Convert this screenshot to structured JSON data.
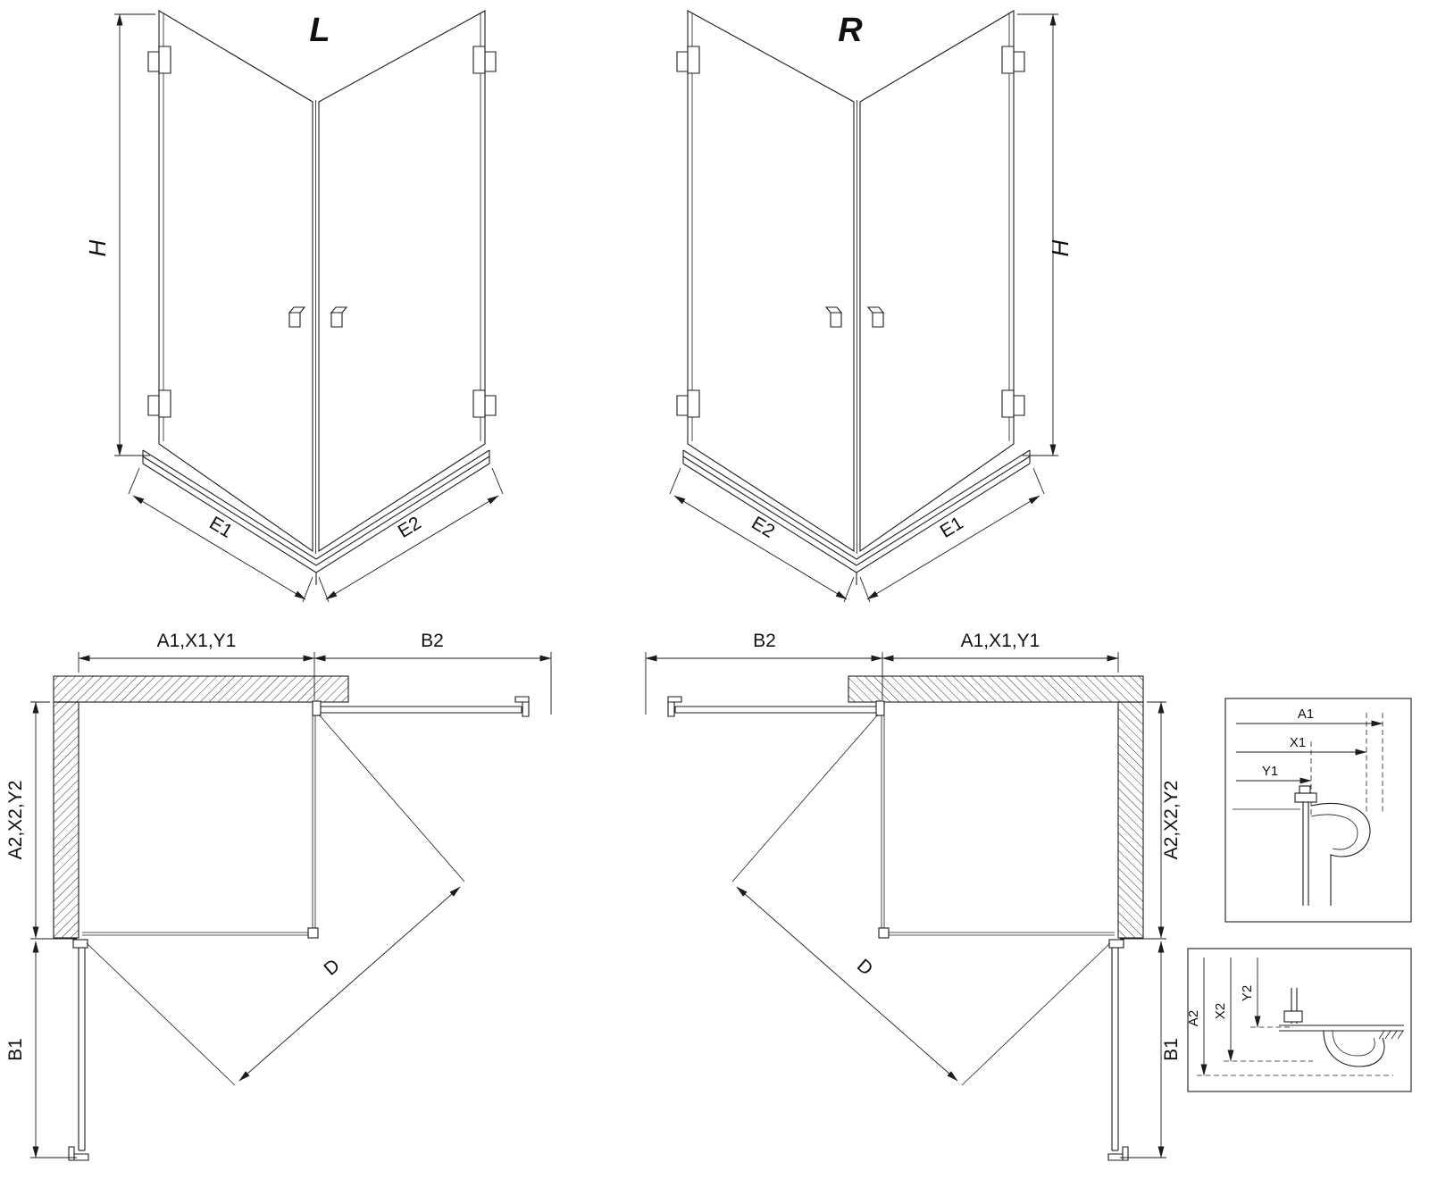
{
  "line_color": "#1c1c1c",
  "views": {
    "iso_left": {
      "title": "L",
      "height": "H",
      "edge_left": "E1",
      "edge_right": "E2"
    },
    "iso_right": {
      "title": "R",
      "height": "H",
      "edge_left": "E2",
      "edge_right": "E1"
    },
    "plan_left": {
      "top_left": "A1,X1,Y1",
      "top_right": "B2",
      "side": "A2,X2,Y2",
      "bottom": "B1",
      "diagonal": "D"
    },
    "plan_right": {
      "top_left": "B2",
      "top_right": "A1,X1,Y1",
      "side": "A2,X2,Y2",
      "bottom": "B1",
      "diagonal": "D"
    },
    "detail_top": {
      "dim1": "A1",
      "dim2": "X1",
      "dim3": "Y1"
    },
    "detail_bottom": {
      "dim1": "A2",
      "dim2": "X2",
      "dim3": "Y2"
    }
  }
}
